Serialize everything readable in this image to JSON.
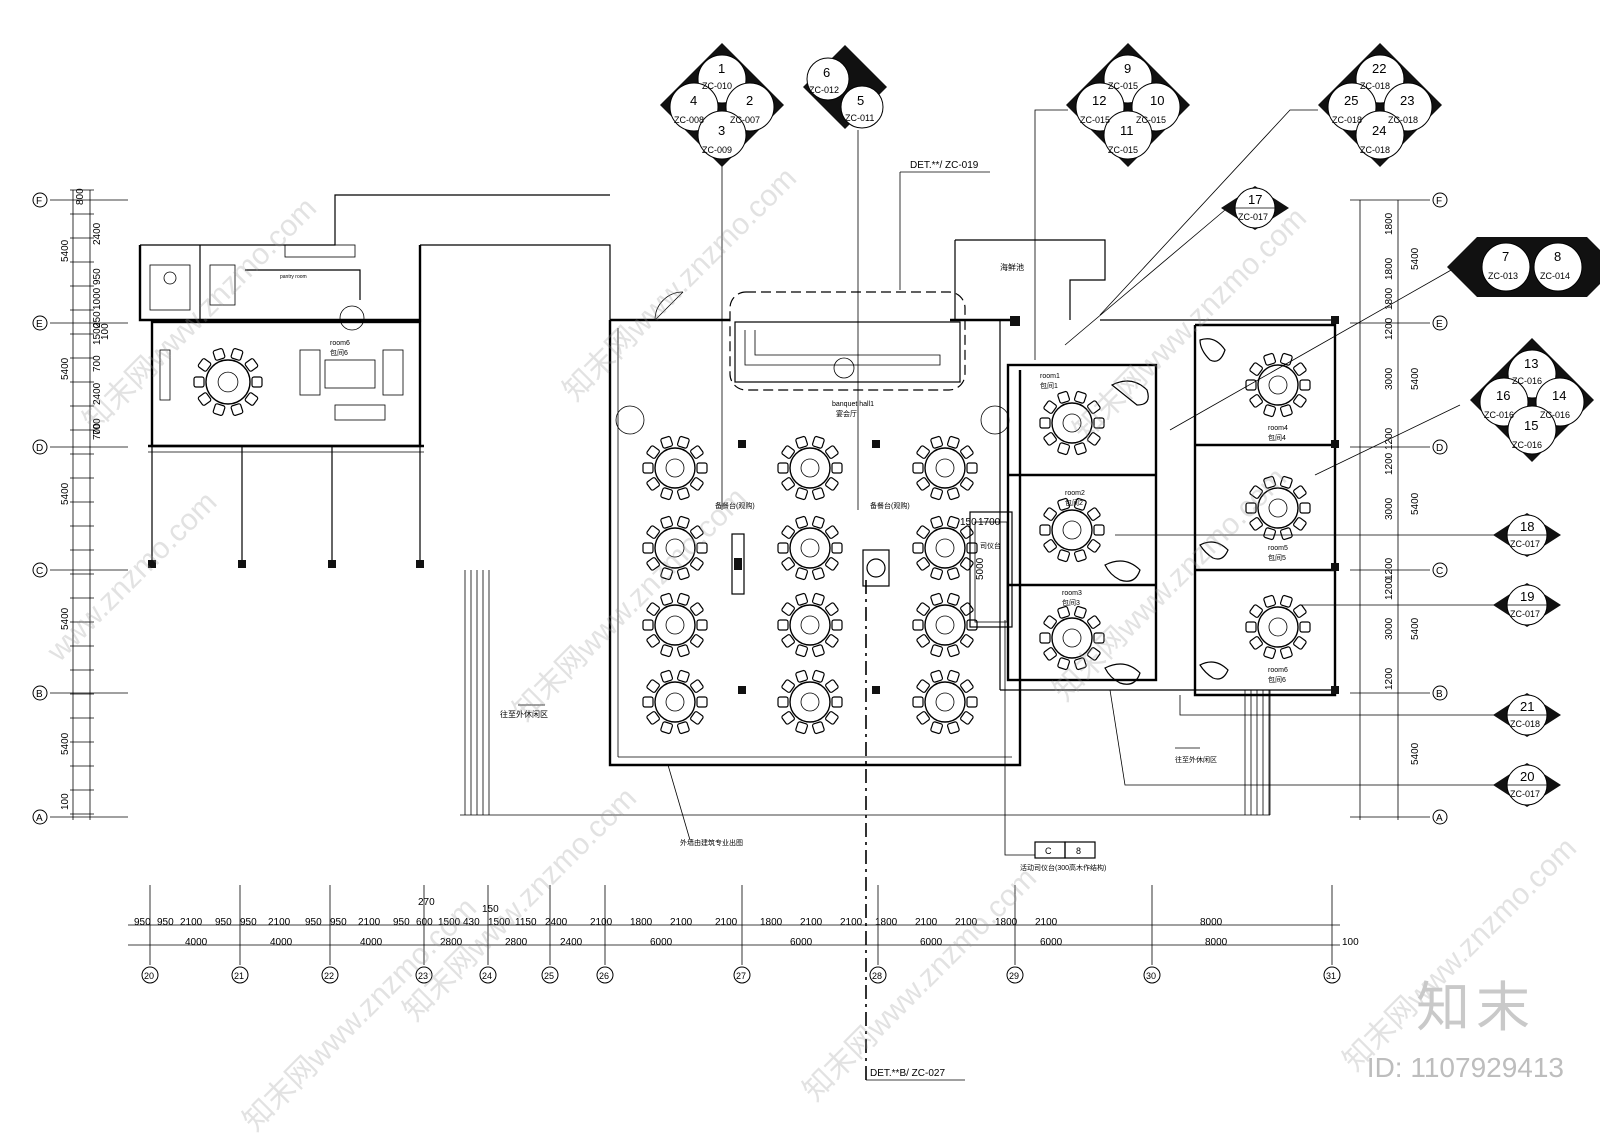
{
  "watermark": {
    "site_url": "www.znzmo.com",
    "site_prefix": "知末网",
    "brand": "知末",
    "id_text": "ID: 1107929413"
  },
  "grid": {
    "rows": [
      "F",
      "E",
      "D",
      "C",
      "B",
      "A"
    ],
    "columns": [
      "20",
      "21",
      "22",
      "23",
      "24",
      "25",
      "26",
      "27",
      "28",
      "29",
      "30",
      "31"
    ]
  },
  "dims": {
    "left": [
      "800",
      "2400",
      "5400",
      "950",
      "1000",
      "250",
      "100",
      "1500",
      "700",
      "5400",
      "700",
      "2400",
      "700",
      "5400",
      "5400",
      "5400",
      "100"
    ],
    "right": [
      "1800",
      "1800",
      "5400",
      "1800",
      "1200",
      "3000",
      "5400",
      "1200",
      "1200",
      "3000",
      "5400",
      "1200",
      "1200",
      "3000",
      "5400",
      "1200",
      "5400"
    ],
    "bottom_row1": [
      "950",
      "950",
      "2100",
      "950",
      "950",
      "2100",
      "950",
      "950",
      "2100",
      "950",
      "600",
      "1500",
      "430",
      "1500",
      "1150",
      "2400",
      "2100",
      "1800",
      "2100",
      "2100",
      "1800",
      "2100",
      "2100",
      "1800",
      "2100",
      "2100",
      "1800",
      "2100",
      "8000"
    ],
    "bottom_row2": [
      "4000",
      "4000",
      "4000",
      "2800",
      "2800",
      "2400",
      "6000",
      "6000",
      "6000",
      "6000",
      "8000"
    ],
    "bottom_extra": [
      "270",
      "150",
      "100"
    ],
    "stage": [
      "150",
      "1700",
      "5000"
    ]
  },
  "callouts": {
    "d1": {
      "n_top": "1",
      "r_top": "ZC-010",
      "n_left": "4",
      "r_left": "ZC-008",
      "n_right": "2",
      "r_right": "ZC-007",
      "n_bottom": "3",
      "r_bottom": "ZC-009"
    },
    "d2": {
      "n_a": "6",
      "r_a": "ZC-012",
      "n_b": "5",
      "r_b": "ZC-011"
    },
    "d3": {
      "n_top": "9",
      "r_top": "ZC-015",
      "n_left": "12",
      "r_left": "ZC-015",
      "n_right": "10",
      "r_right": "ZC-015",
      "n_bottom": "11",
      "r_bottom": "ZC-015"
    },
    "d4": {
      "n_top": "22",
      "r_top": "ZC-018",
      "n_left": "25",
      "r_left": "ZC-018",
      "n_right": "23",
      "r_right": "ZC-018",
      "n_bottom": "24",
      "r_bottom": "ZC-018"
    },
    "d5": {
      "n_a": "7",
      "r_a": "ZC-013",
      "n_b": "8",
      "r_b": "ZC-014"
    },
    "d6": {
      "n_top": "13",
      "r_top": "ZC-016",
      "n_left": "16",
      "r_left": "ZC-016",
      "n_right": "14",
      "r_right": "ZC-016",
      "n_bottom": "15",
      "r_bottom": "ZC-016"
    },
    "s17": {
      "n": "17",
      "r": "ZC-017"
    },
    "s18": {
      "n": "18",
      "r": "ZC-017"
    },
    "s19": {
      "n": "19",
      "r": "ZC-017"
    },
    "s21": {
      "n": "21",
      "r": "ZC-018"
    },
    "s20": {
      "n": "20",
      "r": "ZC-017"
    }
  },
  "labels": {
    "det_top": "DET.**/ ZC-019",
    "det_bottom": "DET.**B/ ZC-027",
    "banquet_en": "banquet hall1",
    "banquet_cn": "宴会厅",
    "seafood": "海鲜池",
    "prep_left": "备餐台(观购)",
    "prep_right": "备餐台(观购)",
    "stage": "司仪台",
    "outdoor_left": "往至外休闲区",
    "outdoor_right": "往至外休闲区",
    "facade_note": "外墙由建筑专业出图",
    "mobile_stage": "活动司仪台(300高木作结构)",
    "tag_c": "C",
    "tag_8": "8",
    "room6_left_en": "room6",
    "room6_left_cn": "包间6",
    "room1_en": "room1",
    "room1_cn": "包间1",
    "room2_en": "room2",
    "room2_cn": "包间2",
    "room3_en": "room3",
    "room3_cn": "包间3",
    "room4_en": "room4",
    "room4_cn": "包间4",
    "room5_en": "room5",
    "room5_cn": "包间5",
    "room6_en": "room6",
    "room6_cn": "包间6",
    "pantry": "pantry room"
  }
}
